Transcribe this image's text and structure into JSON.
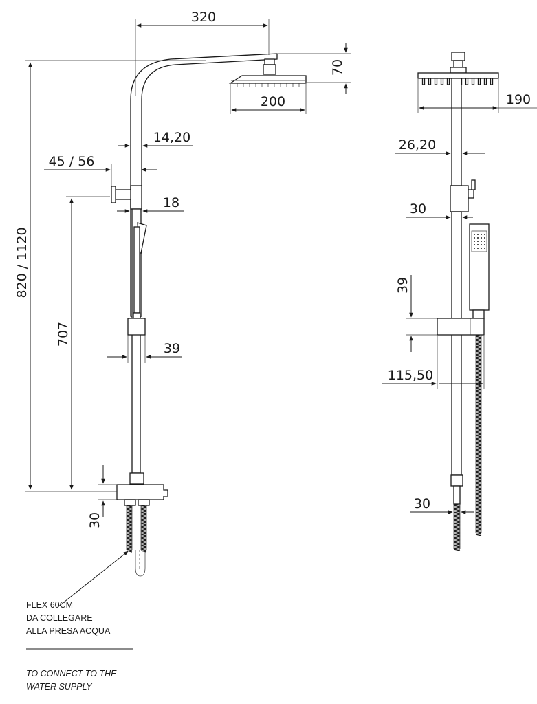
{
  "front_view": {
    "dim_arm_length": "320",
    "dim_head_drop": "70",
    "dim_head_width": "200",
    "dim_tube_diameter": "14,20",
    "dim_handle_reach": "45 / 56",
    "dim_slider_block": "18",
    "dim_total_height": "820 / 1120",
    "dim_lower_height": "707",
    "dim_slider_width": "39",
    "dim_base_height": "30"
  },
  "side_view": {
    "dim_head_depth": "190",
    "dim_tube_diameter": "26,20",
    "dim_lower_tube": "30",
    "dim_slider_height": "39",
    "dim_holder_reach": "115,50",
    "dim_base_tube": "30"
  },
  "notes": {
    "it_line1": "FLEX 60CM",
    "it_line2": "DA COLLEGARE",
    "it_line3": "ALLA PRESA ACQUA",
    "en_line1": "TO CONNECT TO THE",
    "en_line2": "WATER SUPPLY"
  }
}
